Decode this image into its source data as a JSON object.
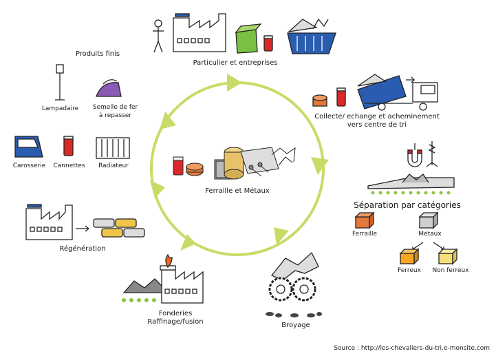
{
  "colors": {
    "cycle_ring": "#c7dc67",
    "stroke": "#222222",
    "container_blue": "#2a5db0",
    "bin_green": "#7ac143",
    "can_red": "#d9292b",
    "copper_orange": "#e2783a",
    "ingot_gold": "#f0c64a",
    "ferrous_orange": "#f5a623",
    "nonferrous_yellow": "#f6df79",
    "dot_green": "#8cc63f",
    "flame_orange": "#f26522"
  },
  "center": {
    "label": "Ferraille et Métaux"
  },
  "stages": {
    "particulier": "Particulier et entreprises",
    "collecte_line1": "Collecte/ echange et acheminement",
    "collecte_line2": "vers centre de tri",
    "separation": "Séparation par catégories",
    "ferraille": "Ferraille",
    "metaux": "Métaux",
    "ferreux": "Ferreux",
    "non_ferreux": "Non ferreux",
    "broyage": "Broyage",
    "fonderies_line1": "Fonderies",
    "fonderies_line2": "Raffinage/fusion",
    "regeneration": "Régénération"
  },
  "produits": {
    "title": "Produits finis",
    "lampadaire": "Lampadaire",
    "semelle_line1": "Semelle de fer",
    "semelle_line2": "à repasser",
    "carosserie": "Carosserie",
    "cannettes": "Cannettes",
    "radiateur": "Radiateur"
  },
  "source": "Source : http://les-chevaliers-du-tri.e-monsite.com",
  "icons": [
    "person-icon",
    "factory-icon",
    "green-bin-icon",
    "can-icon",
    "blue-container-icon",
    "truck-icon",
    "magnet-icon",
    "claw-icon",
    "conveyor-icon",
    "scrap-cube-icon",
    "shredder-gears-icon",
    "furnace-factory-icon",
    "ingot-stack-icon",
    "street-lamp-icon",
    "iron-icon",
    "car-door-icon",
    "radiator-icon",
    "arrow-icon"
  ]
}
